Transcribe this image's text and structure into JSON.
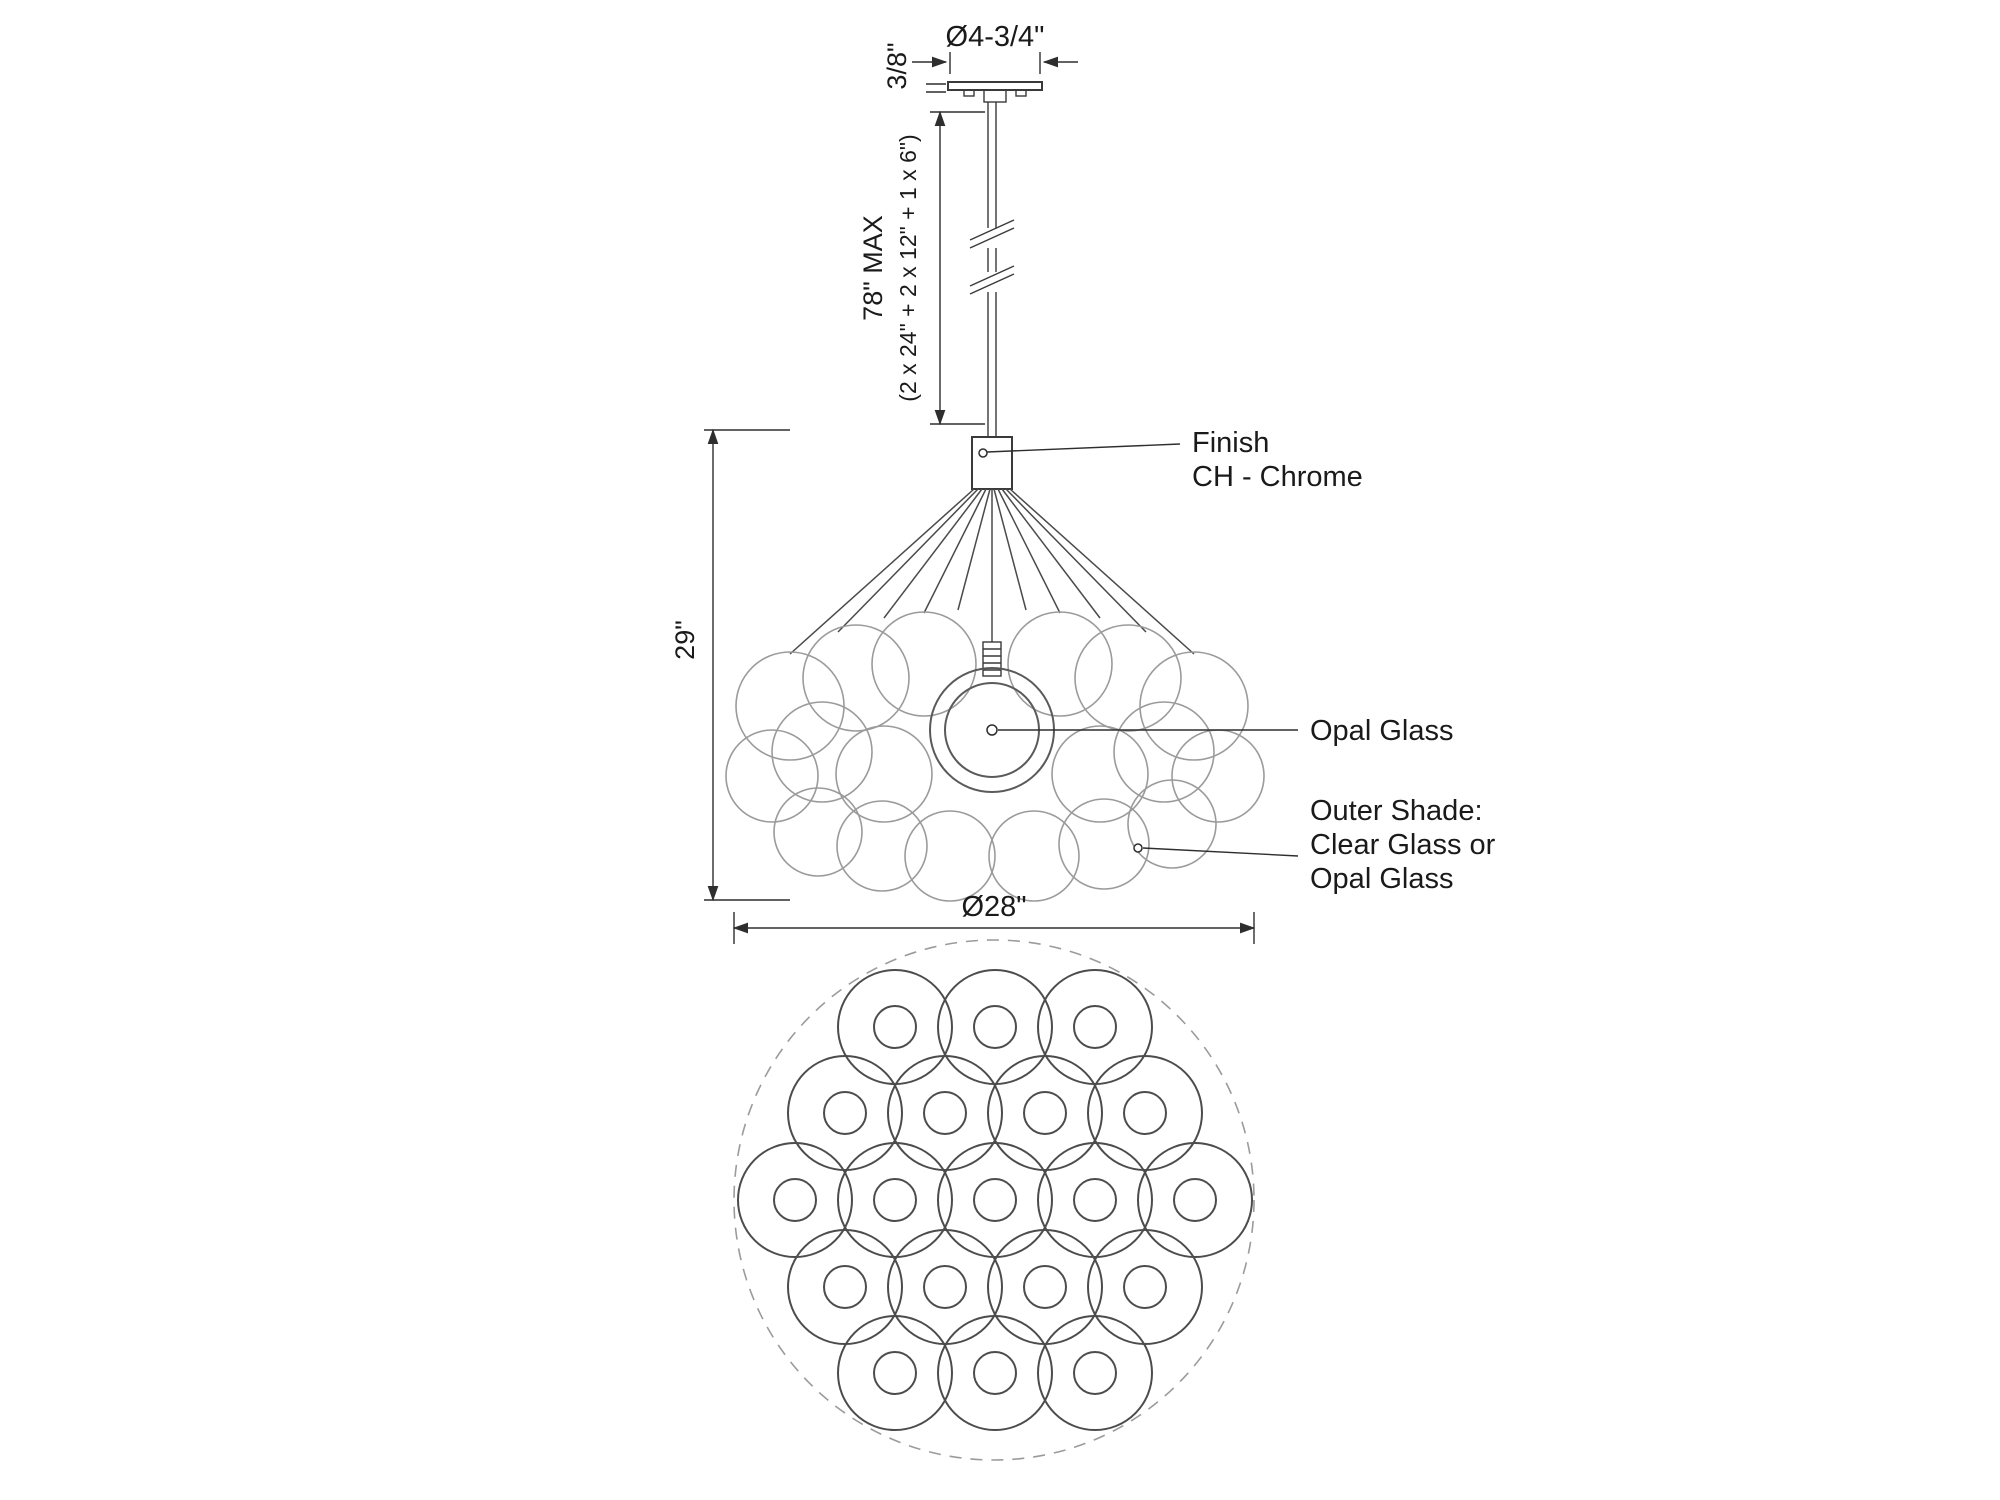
{
  "diagram": {
    "dimensions": {
      "canopy_diameter": "Ø4-3/4\"",
      "canopy_thickness": "3/8\"",
      "suspension_max": "78\" MAX",
      "suspension_rods": "(2 x 24\" + 2 x 12\" + 1 x 6\")",
      "body_height": "29\"",
      "body_diameter": "Ø28\""
    },
    "callouts": {
      "finish_title": "Finish",
      "finish_value": "CH - Chrome",
      "opal_glass": "Opal Glass",
      "outer_shade_line1": "Outer Shade:",
      "outer_shade_line2": "Clear Glass or",
      "outer_shade_line3": "Opal Glass"
    },
    "colors": {
      "line": "#3a3a3a",
      "glass_line": "#9b9b9b",
      "text": "#1a1a1a",
      "background": "#ffffff"
    }
  }
}
